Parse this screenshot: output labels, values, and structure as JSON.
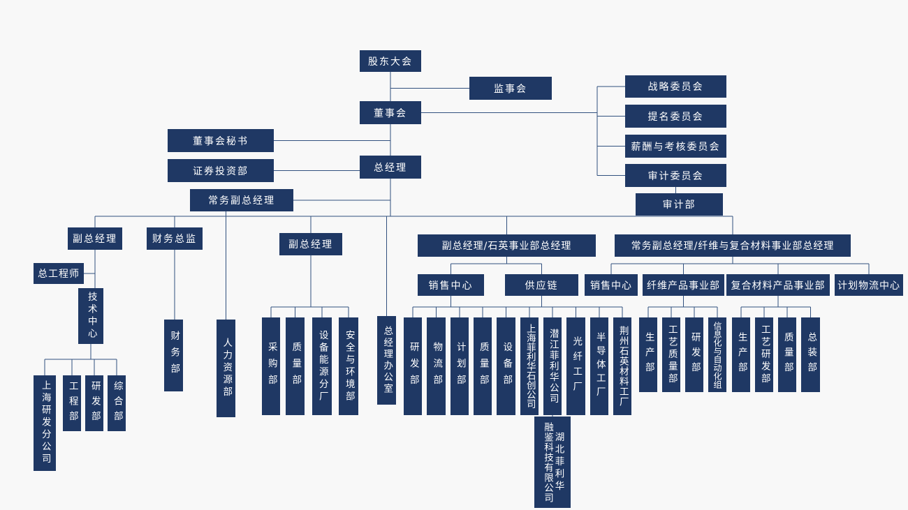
{
  "chart": {
    "type": "org-chart",
    "box_color": "#1f3864",
    "text_color": "#ffffff",
    "line_color": "#31507e",
    "background_color": "#f8f8f8",
    "nodes": {
      "shareholders_meeting": "股东大会",
      "supervisory_board": "监事会",
      "board_of_directors": "董事会",
      "strategy_committee": "战略委员会",
      "nomination_committee": "提名委员会",
      "compensation_committee": "薪酬与考核委员会",
      "audit_committee": "审计委员会",
      "audit_department": "审计部",
      "board_secretary": "董事会秘书",
      "securities_investment": "证券投资部",
      "executive_deputy_gm": "常务副总经理",
      "general_manager": "总经理",
      "deputy_gm_left": "副总经理",
      "finance_director": "财务总监",
      "deputy_gm_mid": "副总经理",
      "deputy_gm_quartz": "副总经理/石英事业部总经理",
      "exec_deputy_gm_fiber": "常务副总经理/纤维与复合材料事业部总经理",
      "chief_engineer": "总工程师",
      "tech_center": "技术中心",
      "shanghai_rd_branch": "上海研发分公司",
      "engineering_dept": "工程部",
      "rd_dept_tech": "研发部",
      "general_affairs_dept": "综合部",
      "finance_dept": "财务部",
      "hr_dept": "人力资源部",
      "procurement_dept": "采购部",
      "quality_dept_mid": "质量部",
      "equipment_energy_branch": "设备能源分厂",
      "safety_environment_dept": "安全与环境部",
      "gm_office": "总经理办公室",
      "sales_center_quartz": "销售中心",
      "supply_chain": "供应链",
      "rd_dept_quartz": "研发部",
      "logistics_dept": "物流部",
      "planning_dept": "计划部",
      "quality_dept_quartz": "质量部",
      "equipment_dept": "设备部",
      "shanghai_feilihua_shichuang": "上海菲利华石创公司",
      "qianjiang_feilihua": "潜江菲利华公司",
      "optical_fiber_factory": "光纤工厂",
      "semiconductor_factory": "半导体工厂",
      "jingzhou_quartz_factory": "荆州石英材料工厂",
      "hubei_feilihua_rongjian": {
        "column_right": "湖北菲利华",
        "column_left": "融鉴科技有限公司"
      },
      "sales_center_fiber": "销售中心",
      "fiber_products_division": "纤维产品事业部",
      "composite_products_division": "复合材料产品事业部",
      "planning_logistics_center": "计划物流中心",
      "production_dept_fiber": "生产部",
      "process_quality_dept": "工艺质量部",
      "rd_dept_fiber": "研发部",
      "info_automation_group": "信息化与自动化组",
      "production_dept_composite": "生产部",
      "process_rd_dept": "工艺研发部",
      "quality_dept_composite": "质量部",
      "final_assembly_dept": "总装部"
    }
  }
}
